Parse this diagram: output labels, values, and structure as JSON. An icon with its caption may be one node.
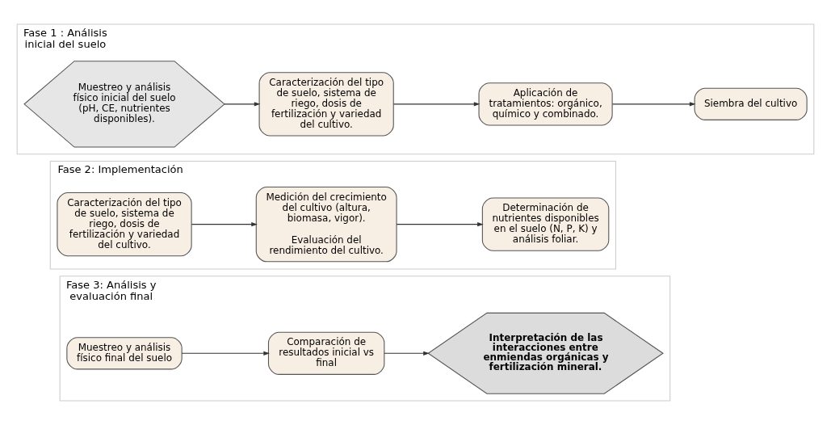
{
  "diagram": {
    "nodes": [
      {
        "text": [
          "Fase 1 : Análisis inicial del suelo"
        ]
      },
      {
        "text": [
          "Muestreo y análisis físico inicial del suelo (pH, CE, nutrientes disponibles)."
        ],
        "in": 0
      },
      {
        "text": [
          "Caracterización del tipo de suelo, sistema de riego, dosis de fertilización y variedad del cultivo."
        ],
        "in": 0
      },
      {
        "text": [
          "Aplicación de tratamientos: orgánico, químico y combinado."
        ],
        "in": 0
      },
      {
        "text": [
          "Siembra del cultivo"
        ],
        "in": 0
      },
      {
        "text": [
          "Fase 2: Implementación"
        ]
      },
      {
        "text": [
          "Caracterización del tipo de suelo, sistema de riego, dosis de fertilización y variedad del cultivo."
        ],
        "in": 5
      },
      {
        "text": [
          "Medición del crecimiento del cultivo (altura, biomasa, vigor).",
          "Evaluación del rendimiento del cultivo."
        ],
        "in": 5
      },
      {
        "text": [
          "Determinación de nutrientes disponibles en el suelo (N, P, K) y análisis foliar."
        ],
        "in": 5
      },
      {
        "text": [
          "Fase 3: Análisis y evaluación final"
        ]
      },
      {
        "text": [
          "Muestreo y análisis físico final del suelo"
        ],
        "in": 9
      },
      {
        "text": [
          "Comparación de resultados inicial vs final"
        ],
        "in": 9
      },
      {
        "text": [
          "Interpretación de las interacciones entre enmiendas orgánicas y fertilización mineral."
        ],
        "in": 9
      }
    ],
    "edges": [
      {
        "from": 1,
        "to": 2,
        "arrow": "to"
      },
      {
        "from": 2,
        "to": 3,
        "arrow": "to"
      },
      {
        "from": 3,
        "to": 4,
        "arrow": "to"
      },
      {
        "from": 6,
        "to": 7,
        "arrow": "to"
      },
      {
        "from": 7,
        "to": 8,
        "arrow": "to"
      },
      {
        "from": 10,
        "to": 11,
        "arrow": "to"
      },
      {
        "from": 11,
        "to": 12,
        "arrow": "to"
      }
    ]
  }
}
